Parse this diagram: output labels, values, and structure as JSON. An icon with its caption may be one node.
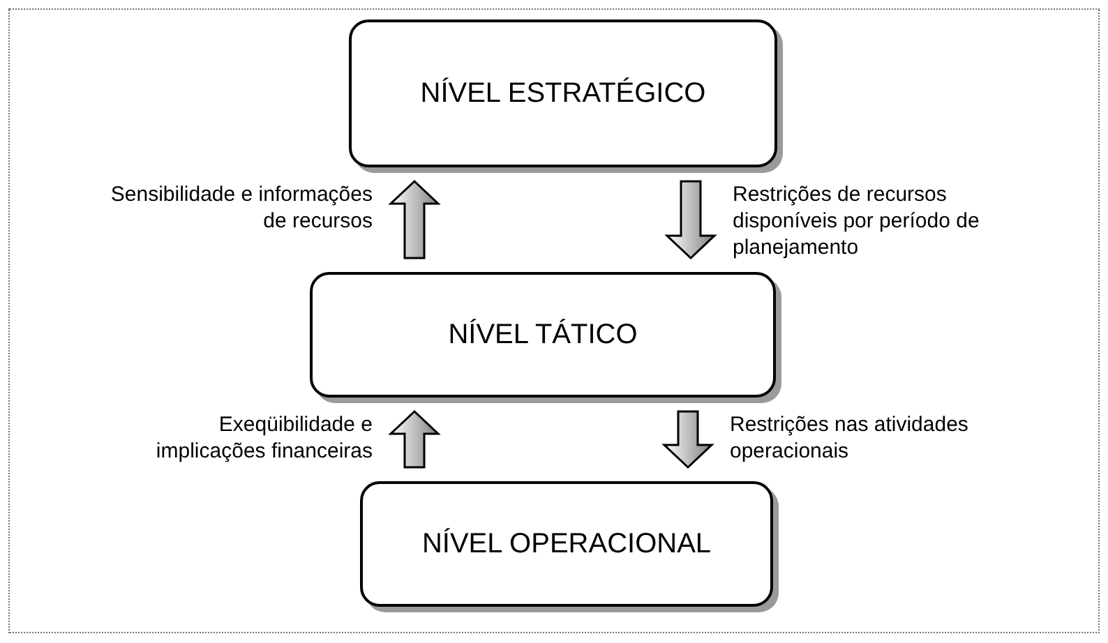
{
  "diagram": {
    "nodes": [
      {
        "text": [
          "NÍVEL ESTRATÉGICO"
        ]
      },
      {
        "text": [
          "NÍVEL TÁTICO"
        ]
      },
      {
        "text": [
          "NÍVEL OPERACIONAL"
        ]
      }
    ],
    "edges": [
      {
        "from": 1,
        "to": 0,
        "arrow": "to",
        "label": "Sensibilidade e informações de recursos"
      },
      {
        "from": 0,
        "to": 1,
        "arrow": "to",
        "label": "Restrições de recursos disponíveis por período de planejamento"
      },
      {
        "from": 2,
        "to": 1,
        "arrow": "to",
        "label": "Exeqüibilidade e implicações financeiras"
      },
      {
        "from": 1,
        "to": 2,
        "arrow": "to",
        "label": "Restrições nas atividades operacionais"
      }
    ]
  }
}
